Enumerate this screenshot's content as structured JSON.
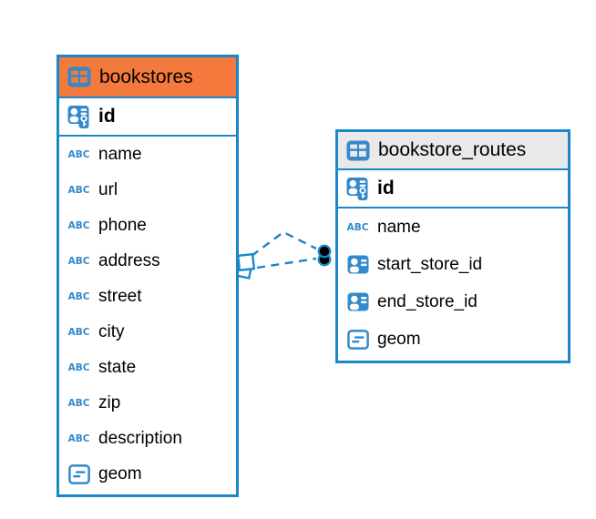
{
  "colors": {
    "accent": "#1b87c9",
    "icon_blue": "#3389ca",
    "left_header": "#f4793c",
    "right_header": "#e9e9e9",
    "canvas_bg": "#ffffff",
    "text": "#000000",
    "endpoint": "#000000"
  },
  "icons": {
    "text_type_label": "ABC"
  },
  "tables": [
    {
      "title": "bookstores",
      "pk": {
        "label": "id",
        "type": "primary-key"
      },
      "columns": [
        {
          "label": "name",
          "type": "text"
        },
        {
          "label": "url",
          "type": "text"
        },
        {
          "label": "phone",
          "type": "text"
        },
        {
          "label": "address",
          "type": "text"
        },
        {
          "label": "street",
          "type": "text"
        },
        {
          "label": "city",
          "type": "text"
        },
        {
          "label": "state",
          "type": "text"
        },
        {
          "label": "zip",
          "type": "text"
        },
        {
          "label": "description",
          "type": "text"
        },
        {
          "label": "geom",
          "type": "geometry"
        }
      ]
    },
    {
      "title": "bookstore_routes",
      "pk": {
        "label": "id",
        "type": "primary-key"
      },
      "columns": [
        {
          "label": "name",
          "type": "text"
        },
        {
          "label": "start_store_id",
          "type": "reference"
        },
        {
          "label": "end_store_id",
          "type": "reference"
        },
        {
          "label": "geom",
          "type": "geometry"
        }
      ]
    }
  ],
  "relationships": [
    {
      "from_table": "bookstores",
      "to_table": "bookstore_routes",
      "line_style": "dashed",
      "from_glyph": "square",
      "to_glyph": "filled-circle"
    },
    {
      "from_table": "bookstores",
      "to_table": "bookstore_routes",
      "line_style": "dashed",
      "from_glyph": "square",
      "to_glyph": "filled-circle"
    }
  ]
}
